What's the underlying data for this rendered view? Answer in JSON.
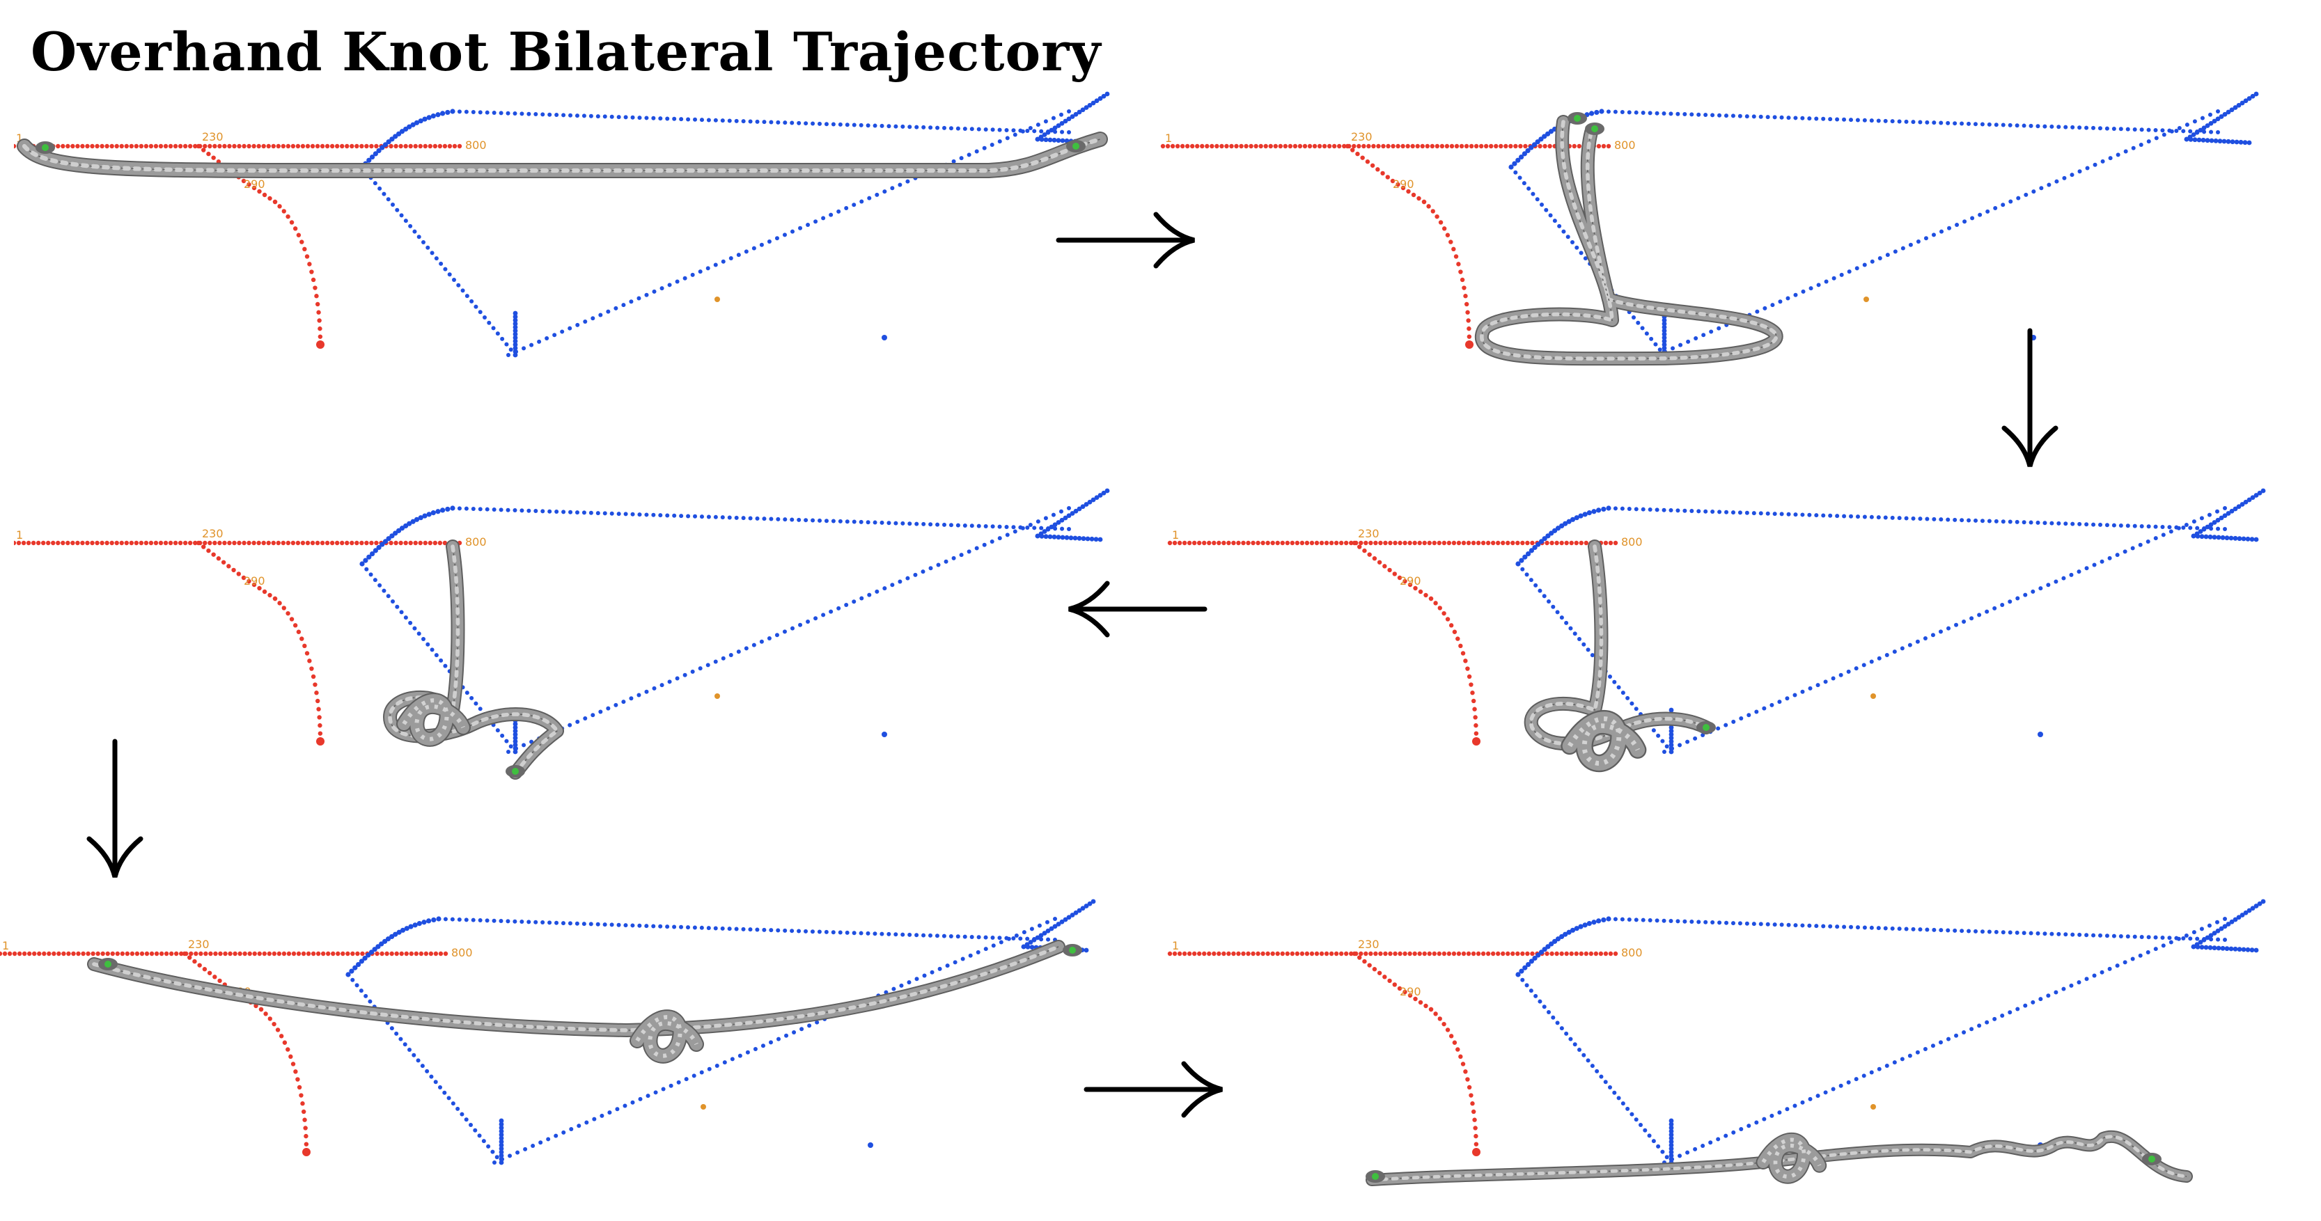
{
  "title": "Overhand Knot Bilateral Trajectory",
  "colors": {
    "left_trajectory": "#e8382b",
    "right_trajectory": "#1f4fe0",
    "rope": "#9b9b9b",
    "rope_dark": "#5f5f5f",
    "label": "#e0932a",
    "grasp": "#3fbf3f",
    "arrow": "#000000"
  },
  "trajectory_labels": {
    "start": "1",
    "mid": "230",
    "turn": "290",
    "end": "800"
  },
  "panels": [
    {
      "id": "step-1",
      "rope_state": "straight"
    },
    {
      "id": "step-2",
      "rope_state": "loop-lifted"
    },
    {
      "id": "step-3",
      "rope_state": "loop-forming"
    },
    {
      "id": "step-4",
      "rope_state": "knot-threading"
    },
    {
      "id": "step-5",
      "rope_state": "knot-tightening"
    },
    {
      "id": "step-6",
      "rope_state": "knot-complete"
    }
  ],
  "flow_arrows": [
    {
      "id": "arrow-1-2",
      "direction": "right"
    },
    {
      "id": "arrow-2-4",
      "direction": "down"
    },
    {
      "id": "arrow-4-3",
      "direction": "left"
    },
    {
      "id": "arrow-3-5",
      "direction": "down"
    },
    {
      "id": "arrow-5-6",
      "direction": "right"
    }
  ]
}
